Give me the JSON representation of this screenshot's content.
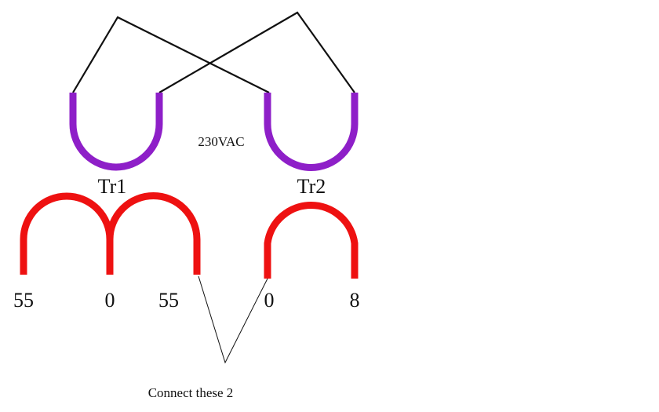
{
  "primary": {
    "voltage_label": "230VAC"
  },
  "transformers": [
    {
      "name": "Tr1"
    },
    {
      "name": "Tr2"
    }
  ],
  "secondary_taps": {
    "tr1": [
      "55",
      "0",
      "55"
    ],
    "tr2": [
      "0",
      "8"
    ]
  },
  "note": "Connect these 2",
  "colors": {
    "primary_winding": "#8e1fc8",
    "secondary_winding": "#ee1111",
    "wire": "#111111",
    "background": "#ffffff"
  }
}
